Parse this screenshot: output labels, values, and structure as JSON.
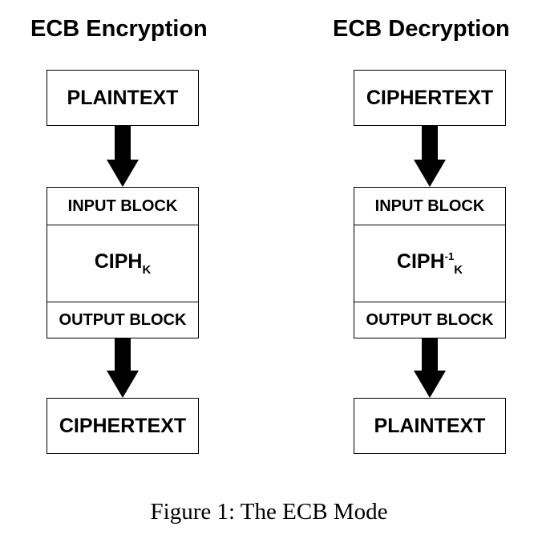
{
  "encryption": {
    "title": "ECB Encryption",
    "input_box": "PLAINTEXT",
    "input_block": "INPUT BLOCK",
    "cipher_base": "CIPH",
    "cipher_sub": "K",
    "output_block": "OUTPUT BLOCK",
    "output_box": "CIPHERTEXT"
  },
  "decryption": {
    "title": "ECB Decryption",
    "input_box": "CIPHERTEXT",
    "input_block": "INPUT BLOCK",
    "cipher_base": "CIPH",
    "cipher_sup": "-1",
    "cipher_sub": "K",
    "output_block": "OUTPUT BLOCK",
    "output_box": "PLAINTEXT"
  },
  "caption": "Figure 1: The ECB Mode"
}
